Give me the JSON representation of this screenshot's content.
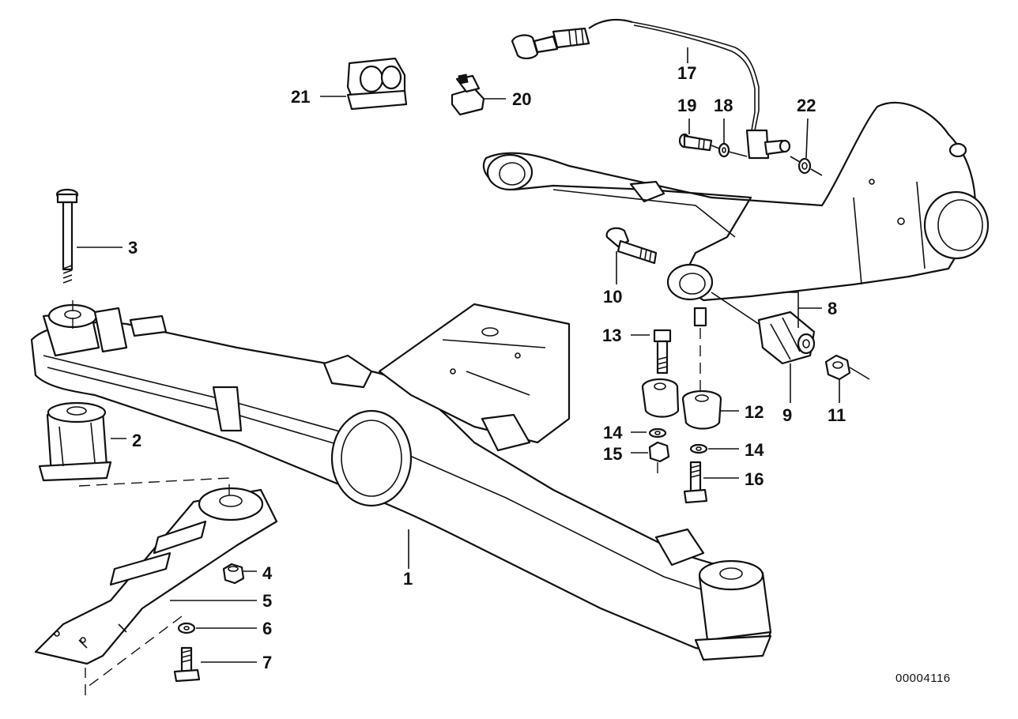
{
  "diagram": {
    "reference_number": "00004116",
    "callouts": [
      {
        "id": "1",
        "label": "1"
      },
      {
        "id": "2",
        "label": "2"
      },
      {
        "id": "3",
        "label": "3"
      },
      {
        "id": "4",
        "label": "4"
      },
      {
        "id": "5",
        "label": "5"
      },
      {
        "id": "6",
        "label": "6"
      },
      {
        "id": "7",
        "label": "7"
      },
      {
        "id": "8",
        "label": "8"
      },
      {
        "id": "9",
        "label": "9"
      },
      {
        "id": "10",
        "label": "10"
      },
      {
        "id": "11",
        "label": "11"
      },
      {
        "id": "12",
        "label": "12"
      },
      {
        "id": "13",
        "label": "13"
      },
      {
        "id": "14a",
        "label": "14"
      },
      {
        "id": "14b",
        "label": "14"
      },
      {
        "id": "15",
        "label": "15"
      },
      {
        "id": "16",
        "label": "16"
      },
      {
        "id": "17",
        "label": "17"
      },
      {
        "id": "18",
        "label": "18"
      },
      {
        "id": "19",
        "label": "19"
      },
      {
        "id": "20",
        "label": "20"
      },
      {
        "id": "21",
        "label": "21"
      },
      {
        "id": "22",
        "label": "22"
      }
    ]
  }
}
